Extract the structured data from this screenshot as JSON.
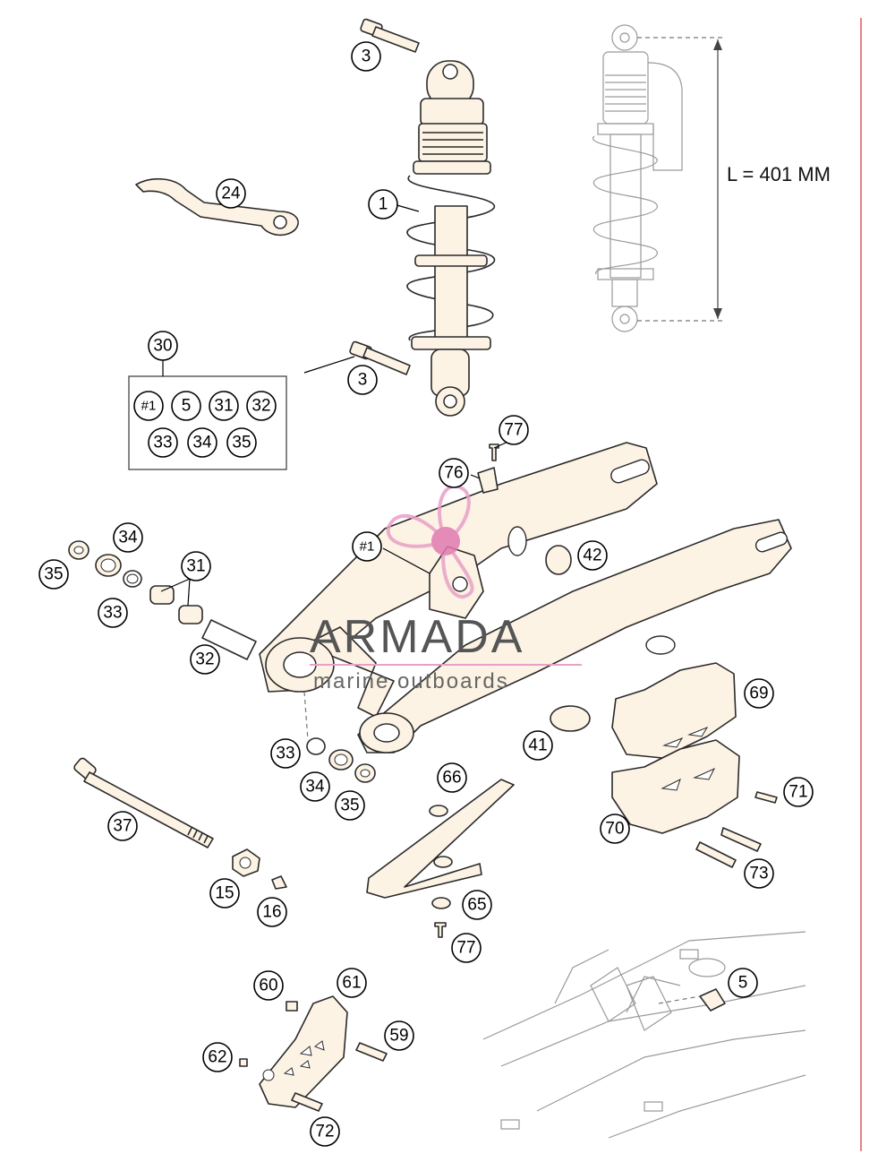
{
  "dimension": {
    "label": "L = 401 MM"
  },
  "watermark": {
    "title": "ARMADA",
    "subtitle": "marine outboards",
    "accent_color": "#e8a0c8"
  },
  "kit": {
    "number": "30",
    "contents": [
      "#1",
      "5",
      "31",
      "32",
      "33",
      "34",
      "35"
    ]
  },
  "callouts": {
    "c1": "1",
    "c3a": "3",
    "c3b": "3",
    "c24": "24",
    "c30": "30",
    "c77a": "77",
    "c76": "76",
    "c1h": "#1",
    "c42": "42",
    "c34a": "34",
    "c35a": "35",
    "c31": "31",
    "c33a": "33",
    "c32": "32",
    "c69": "69",
    "c41": "41",
    "c33b": "33",
    "c34b": "34",
    "c35b": "35",
    "c66": "66",
    "c71": "71",
    "c70": "70",
    "c37": "37",
    "c73": "73",
    "c15": "15",
    "c16": "16",
    "c65": "65",
    "c77b": "77",
    "c5": "5",
    "c60": "60",
    "c61": "61",
    "c59": "59",
    "c62": "62",
    "c72": "72"
  },
  "colors": {
    "part_fill": "#fdf3e4",
    "line": "#2a2a2a",
    "margin_line": "#e05a5a"
  }
}
